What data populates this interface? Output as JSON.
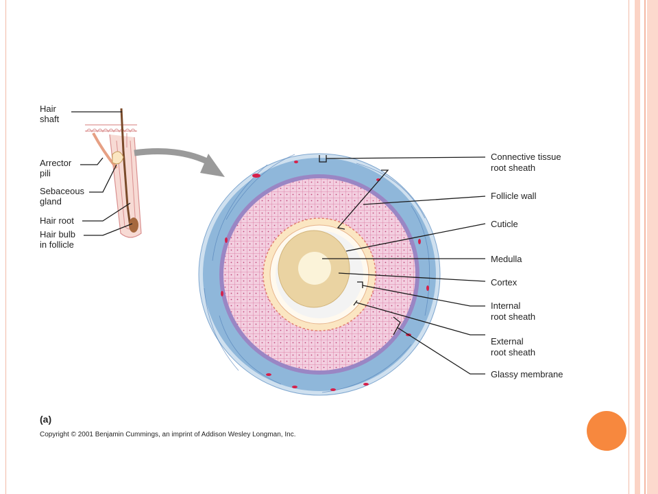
{
  "diagram": {
    "left_labels": {
      "hair_shaft": [
        "Hair",
        "shaft"
      ],
      "arrector_pili": [
        "Arrector",
        "pili"
      ],
      "sebaceous_gland": [
        "Sebaceous",
        "gland"
      ],
      "hair_root": [
        "Hair root"
      ],
      "hair_bulb": [
        "Hair bulb",
        "in follicle"
      ]
    },
    "right_labels": {
      "connective_tissue": [
        "Connective tissue",
        "root sheath"
      ],
      "follicle_wall": [
        "Follicle wall"
      ],
      "cuticle": [
        "Cuticle"
      ],
      "medulla": [
        "Medulla"
      ],
      "cortex": [
        "Cortex"
      ],
      "internal_root_sheath": [
        "Internal",
        "root sheath"
      ],
      "external_root_sheath": [
        "External",
        "root sheath"
      ],
      "glassy_membrane": [
        "Glassy membrane"
      ]
    },
    "panel_label": "(a)",
    "copyright": "Copyright © 2001 Benjamin Cummings, an imprint of Addison Wesley Longman, Inc."
  },
  "colors": {
    "outer_sheath": "#8fb7da",
    "glassy": "#9a86c4",
    "cells": "#f3cfe0",
    "cell_lines": "#d9709c",
    "cuticle": "#fbe6c2",
    "cortex": "#ead3a2",
    "medulla": "#fbf3d9",
    "accent": "#f7883e"
  }
}
